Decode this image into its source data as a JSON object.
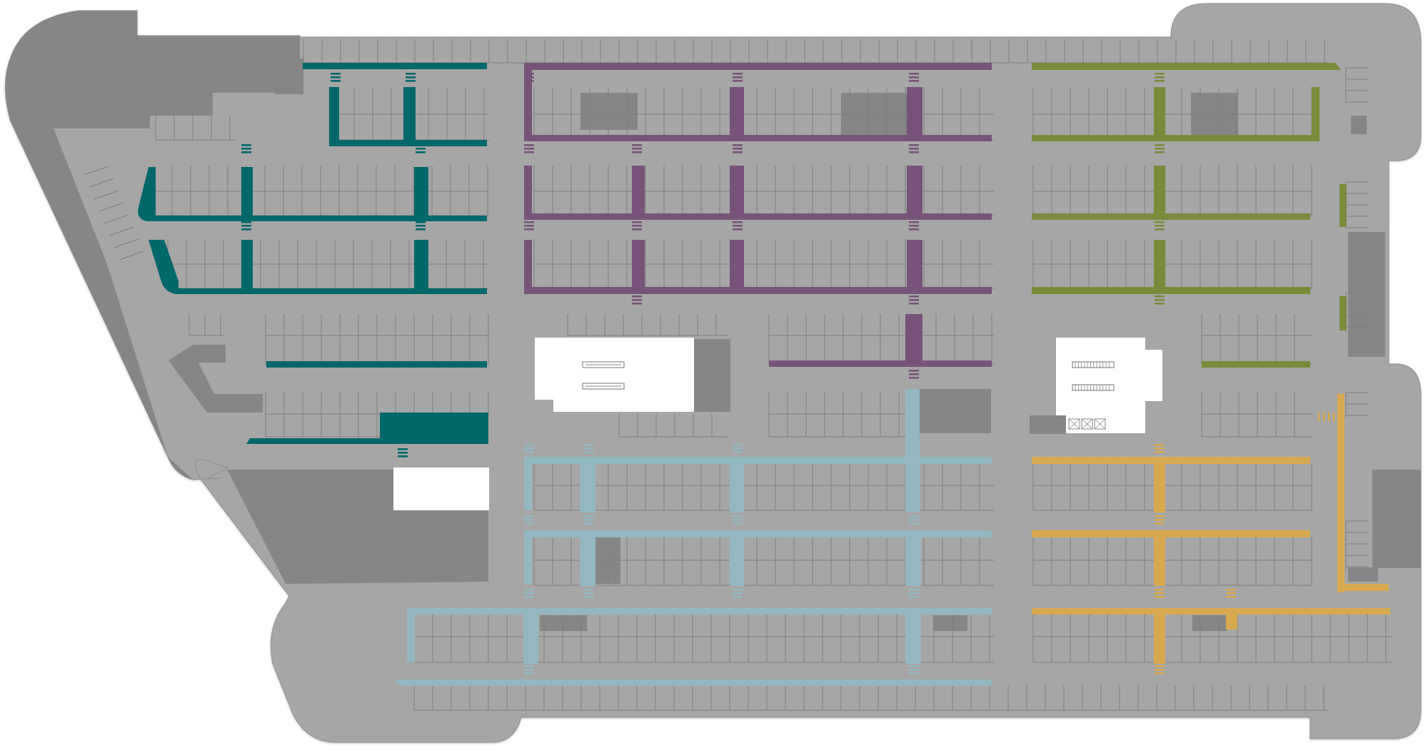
{
  "map": {
    "type": "parking-lot-floor-plan",
    "colors": {
      "background": "#ffffff",
      "lot_surface": "#a6a6a6",
      "lot_edge": "#8f8f8f",
      "building_block": "#868686",
      "stall_line": "#7d7d7d",
      "white_block": "#ffffff"
    },
    "zones": [
      {
        "name": "teal",
        "color": "#00676a"
      },
      {
        "name": "purple",
        "color": "#77537a"
      },
      {
        "name": "olive",
        "color": "#7a8b3b"
      },
      {
        "name": "light-blue",
        "color": "#93b8c1"
      },
      {
        "name": "gold",
        "color": "#d8aa4f"
      }
    ],
    "icons": {
      "escalator": "escalator-icon",
      "elevator": "elevator-icon",
      "crosswalk": "crosswalk-marking"
    }
  }
}
